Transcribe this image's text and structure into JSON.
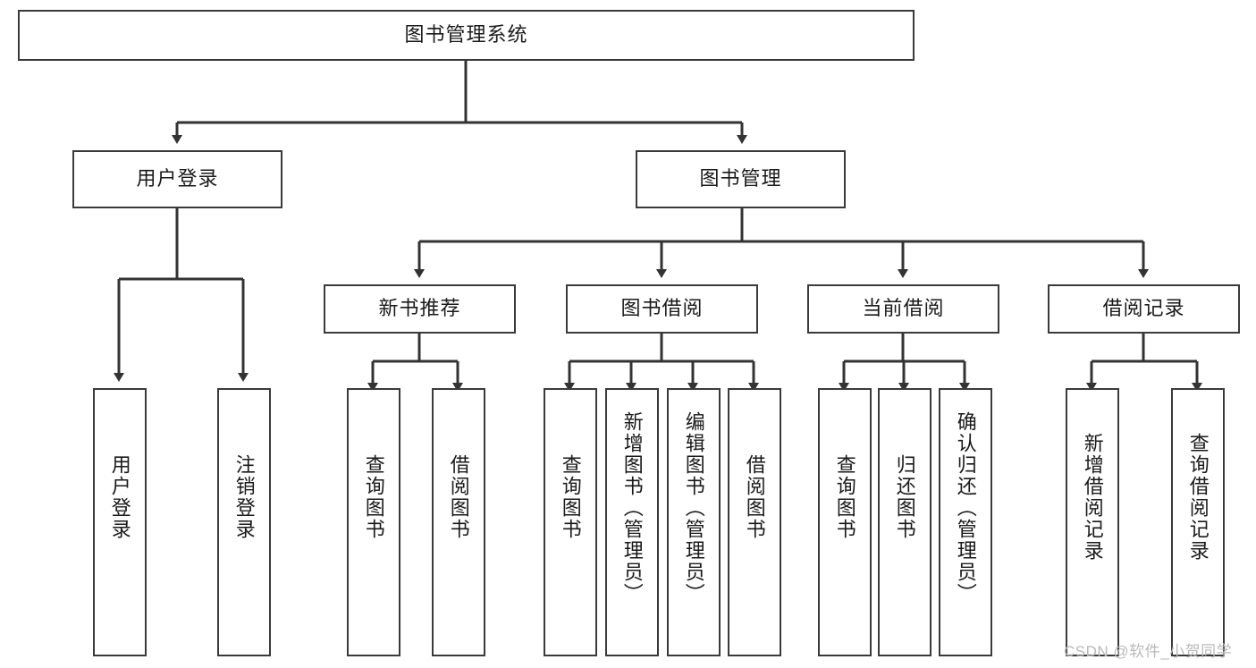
{
  "diagram": {
    "type": "tree",
    "title": "图书管理系统",
    "watermark": "CSDN @软件_小贺同学",
    "colors": {
      "node_border": "#3a3a3a",
      "node_fill": "#ffffff",
      "connector": "#333333",
      "text": "#1a1a1a",
      "watermark": "#b9b9b9"
    },
    "nodes": {
      "root": {
        "label": "图书管理系统",
        "orientation": "horizontal"
      },
      "level2": [
        {
          "id": "user-login",
          "label": "用户登录",
          "orientation": "horizontal"
        },
        {
          "id": "book-manage",
          "label": "图书管理",
          "orientation": "horizontal"
        }
      ],
      "level3": [
        {
          "id": "new-book-rec",
          "label": "新书推荐",
          "orientation": "horizontal"
        },
        {
          "id": "book-borrow",
          "label": "图书借阅",
          "orientation": "horizontal"
        },
        {
          "id": "current-borrow",
          "label": "当前借阅",
          "orientation": "horizontal"
        },
        {
          "id": "borrow-record",
          "label": "借阅记录",
          "orientation": "horizontal"
        }
      ],
      "leaves": [
        {
          "id": "leaf-user-login",
          "label": "用户登录",
          "orientation": "vertical",
          "parent": "user-login"
        },
        {
          "id": "leaf-logout",
          "label": "注销登录",
          "orientation": "vertical",
          "parent": "user-login"
        },
        {
          "id": "leaf-query-book-1",
          "label": "查询图书",
          "orientation": "vertical",
          "parent": "new-book-rec"
        },
        {
          "id": "leaf-borrow-book-1",
          "label": "借阅图书",
          "orientation": "vertical",
          "parent": "new-book-rec"
        },
        {
          "id": "leaf-query-book-2",
          "label": "查询图书",
          "orientation": "vertical",
          "parent": "book-borrow"
        },
        {
          "id": "leaf-add-book",
          "label": "新增图书（管理员）",
          "orientation": "vertical",
          "parent": "book-borrow"
        },
        {
          "id": "leaf-edit-book",
          "label": "编辑图书（管理员）",
          "orientation": "vertical",
          "parent": "book-borrow"
        },
        {
          "id": "leaf-borrow-book-2",
          "label": "借阅图书",
          "orientation": "vertical",
          "parent": "book-borrow"
        },
        {
          "id": "leaf-query-book-3",
          "label": "查询图书",
          "orientation": "vertical",
          "parent": "current-borrow"
        },
        {
          "id": "leaf-return-book",
          "label": "归还图书",
          "orientation": "vertical",
          "parent": "current-borrow"
        },
        {
          "id": "leaf-confirm-return",
          "label": "确认归还（管理员）",
          "orientation": "vertical",
          "parent": "current-borrow"
        },
        {
          "id": "leaf-add-record",
          "label": "新增借阅记录",
          "orientation": "vertical",
          "parent": "borrow-record"
        },
        {
          "id": "leaf-query-record",
          "label": "查询借阅记录",
          "orientation": "vertical",
          "parent": "borrow-record"
        }
      ]
    }
  }
}
